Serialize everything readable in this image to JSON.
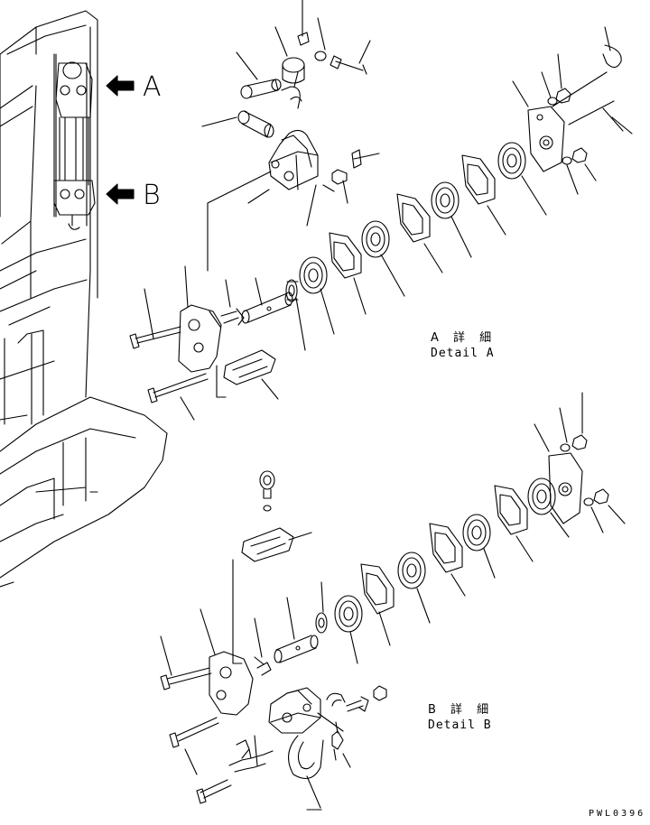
{
  "callouts": {
    "arrow_a_label": "A",
    "arrow_b_label": "B"
  },
  "detail_a": {
    "title_jp": "A 詳 細",
    "title_en": "Detail A"
  },
  "detail_b": {
    "title_jp": "B 詳 細",
    "title_en": "Detail B"
  },
  "drawing_code": "PWL0396",
  "colors": {
    "line": "#000000",
    "background": "#ffffff"
  }
}
